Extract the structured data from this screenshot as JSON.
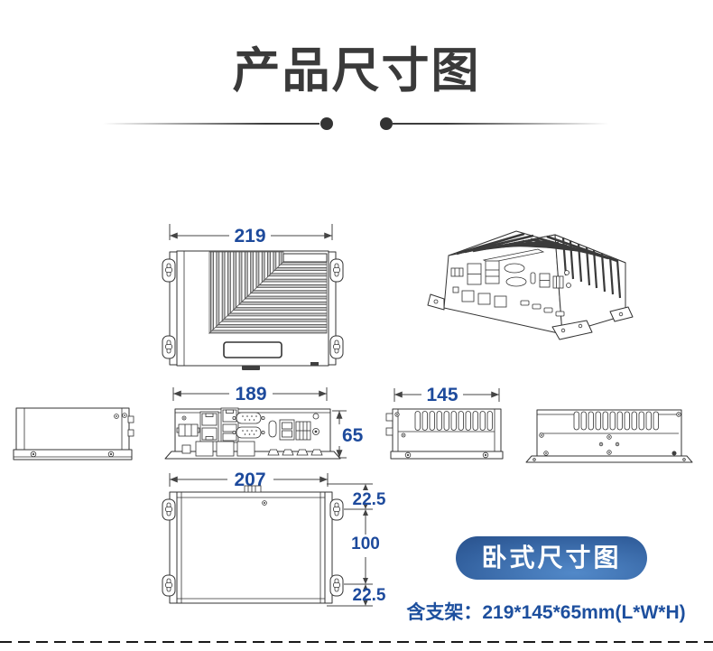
{
  "page": {
    "title": "产品尺寸图"
  },
  "views": {
    "top": {
      "width_label": "219"
    },
    "front": {
      "width_label": "189",
      "height_label": "65"
    },
    "side": {
      "width_label": "145"
    },
    "bottom": {
      "width_label": "207",
      "top_offset_label": "22.5",
      "hole_spacing_label": "100",
      "bottom_offset_label": "22.5"
    }
  },
  "badge": {
    "label": "卧式尺寸图"
  },
  "footer": {
    "note": "含支架：219*145*65mm(L*W*H)"
  },
  "colors": {
    "dimension_text": "#1d4a9c",
    "title_text": "#3a3a3a",
    "note_text": "#1d4f9e",
    "badge_gradient_dark": "#17356a",
    "badge_gradient_light": "#5289c9",
    "line": "#333333"
  }
}
